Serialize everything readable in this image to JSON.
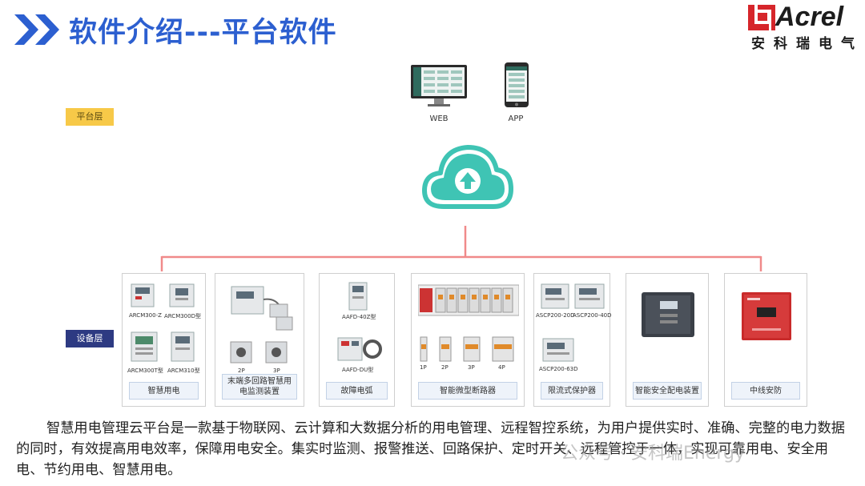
{
  "header": {
    "title": "软件介绍---平台软件",
    "logo_word": "Acrel",
    "logo_cn": "安科瑞电气"
  },
  "layers": {
    "platform": "平台层",
    "device": "设备层"
  },
  "terminals": {
    "web": "WEB",
    "app": "APP"
  },
  "devices": [
    {
      "label": "智慧用电",
      "models": [
        "ARCM300-Z",
        "ARCM300D型",
        "ARCM300T型",
        "ARCM310型"
      ]
    },
    {
      "label": "末端多回路智慧用电监测装置",
      "models": [
        "2P",
        "3P"
      ]
    },
    {
      "label": "故障电弧",
      "models": [
        "AAFD-40Z型",
        "AAFD-DU型"
      ]
    },
    {
      "label": "智能微型断路器",
      "models": [
        "1P",
        "2P",
        "3P",
        "4P"
      ]
    },
    {
      "label": "限流式保护器",
      "models": [
        "ASCP200-20D",
        "ASCP200-40D",
        "ASCP200-63D"
      ]
    },
    {
      "label": "智能安全配电装置",
      "models": []
    },
    {
      "label": "中线安防",
      "models": []
    }
  ],
  "paragraph": "智慧用电管理云平台是一款基于物联网、云计算和大数据分析的用电管理、远程智控系统，为用户提供实时、准确、完整的电力数据的同时，有效提高用电效率，保障用电安全。集实时监测、报警推送、回路保护、定时开关、远程管控于一体，实现可靠用电、安全用电、节约用电、智慧用电。",
  "watermark": "公众号 · 安科瑞Energy",
  "colors": {
    "title_blue": "#2c5fd0",
    "connector_pink": "#f08a8a",
    "cloud_teal": "#3fc4b4",
    "platform_tag": "#f7c948",
    "device_tag": "#2d3a82",
    "logo_red": "#d6262b"
  }
}
